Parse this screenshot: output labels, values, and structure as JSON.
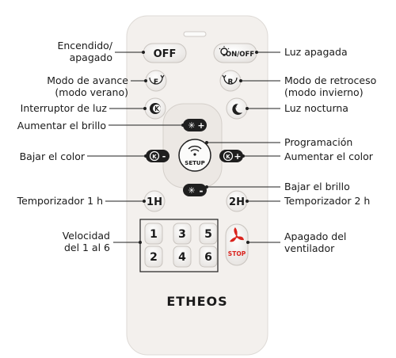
{
  "labels": {
    "power": "Encendido/\napagado",
    "forward": "Modo de avance\n(modo verano)",
    "light_switch": "Interruptor de luz",
    "brightness_up": "Aumentar el brillo",
    "color_down": "Bajar el color",
    "timer_1h": "Temporizador 1 h",
    "speeds": "Velocidad\ndel 1 al 6",
    "light_off": "Luz apagada",
    "reverse": "Modo de retroceso\n(modo invierno)",
    "night_light": "Luz nocturna",
    "programming": "Programación",
    "color_up": "Aumentar el color",
    "brightness_down": "Bajar el brillo",
    "timer_2h": "Temporizador 2 h",
    "fan_off": "Apagado del\nventilador"
  },
  "remote": {
    "off_button": "OFF",
    "light_onoff_button": "ON/OFF",
    "forward_button": "F",
    "reverse_button": "R",
    "light_switch_button": "K",
    "setup_button": "SETUP",
    "color_minus_button": "K",
    "color_plus_button": "K",
    "timer_1h_button": "1H",
    "timer_2h_button": "2H",
    "speed_buttons": [
      "1",
      "3",
      "5",
      "2",
      "4",
      "6"
    ],
    "stop_button": "STOP",
    "brand": "ETHEOS"
  },
  "colors": {
    "remote_body": "#f3f0ed",
    "button": "#fbfbfa",
    "dark_button": "#1f1f1f",
    "stop_red": "#d9231d"
  },
  "icons": [
    "bulb-icon",
    "fan-forward-icon",
    "fan-reverse-icon",
    "moon-icon",
    "sun-plus-icon",
    "sun-minus-icon",
    "wifi-icon",
    "fan-stop-icon"
  ]
}
